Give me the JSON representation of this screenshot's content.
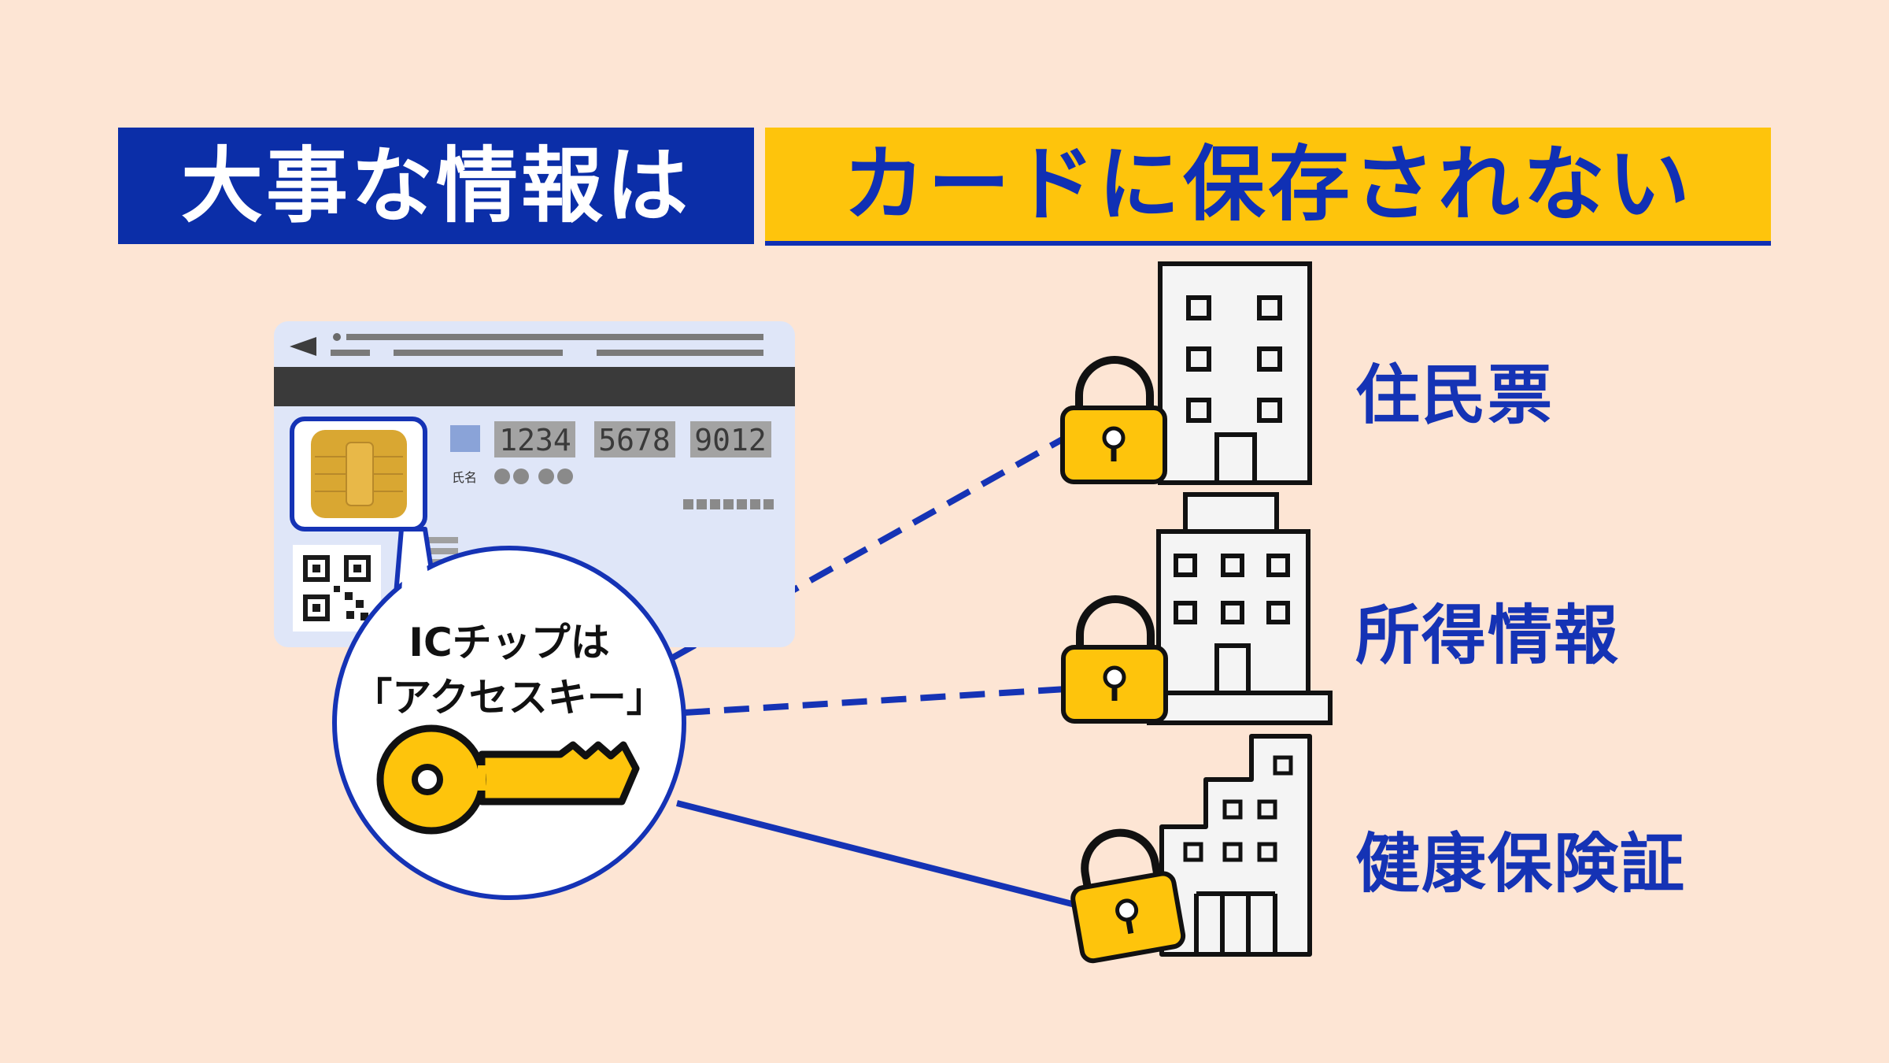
{
  "title": {
    "left": "大事な情報は",
    "right": "カードに保存されない"
  },
  "card": {
    "numbers": [
      "1234",
      "5678",
      "9012"
    ],
    "name_label": "氏名"
  },
  "bubble": {
    "line1": "ICチップは",
    "line2": "「アクセスキー」"
  },
  "items": [
    {
      "label": "住民票"
    },
    {
      "label": "所得情報"
    },
    {
      "label": "健康保険証"
    }
  ],
  "colors": {
    "background": "#fde5d4",
    "navy": "#0b2ea8",
    "accent_blue": "#1030b4",
    "yellow": "#fec40c",
    "card_face": "#dfe6f8",
    "chip": "#d9a732"
  }
}
